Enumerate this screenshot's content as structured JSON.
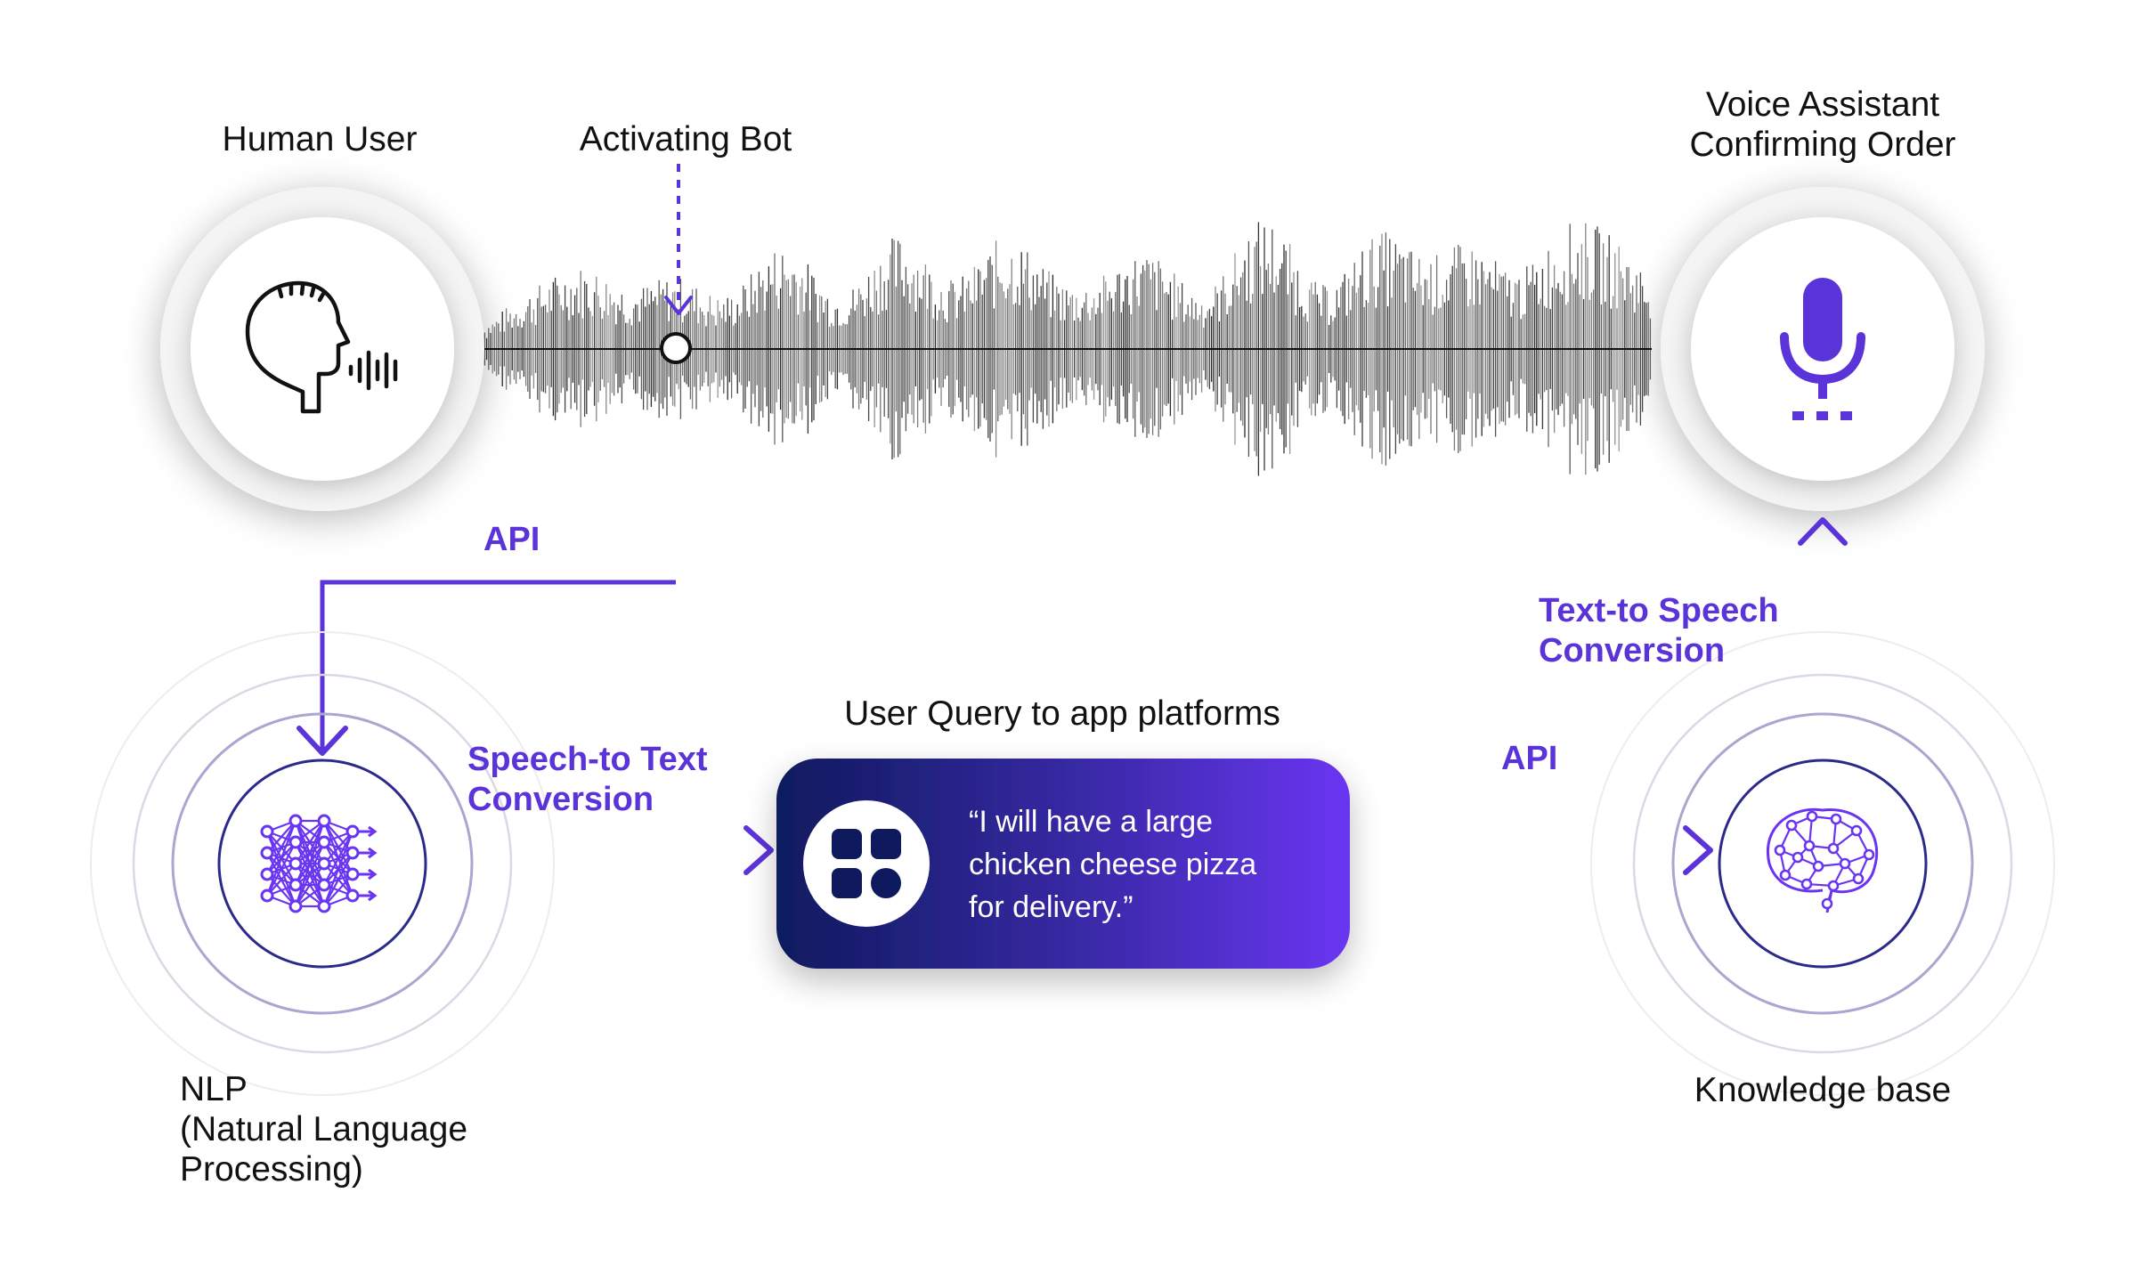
{
  "labels": {
    "human_user": "Human User",
    "activating_bot": "Activating Bot",
    "voice_assistant_line1": "Voice Assistant",
    "voice_assistant_line2": "Confirming Order",
    "api_left": "API",
    "api_right": "API",
    "tts_line1": "Text-to Speech",
    "tts_line2": "Conversion",
    "stt_line1": "Speech-to Text",
    "stt_line2": "Conversion",
    "user_query_title": "User Query to app platforms",
    "nlp_line1": "NLP",
    "nlp_line2": "(Natural Language",
    "nlp_line3": "Processing)",
    "knowledge_base": "Knowledge base"
  },
  "query_card": {
    "line1": "“I will have a large",
    "line2": "chicken cheese pizza",
    "line3": "for delivery.”"
  },
  "icons": {
    "human": "speaking-head-icon",
    "voice": "microphone-icon",
    "nlp": "neural-network-icon",
    "knowledge": "brain-network-icon",
    "app": "app-grid-icon"
  },
  "colors": {
    "accent": "#5b34d9",
    "card_dark": "#0f1a5e",
    "card_light": "#6a35f2"
  }
}
